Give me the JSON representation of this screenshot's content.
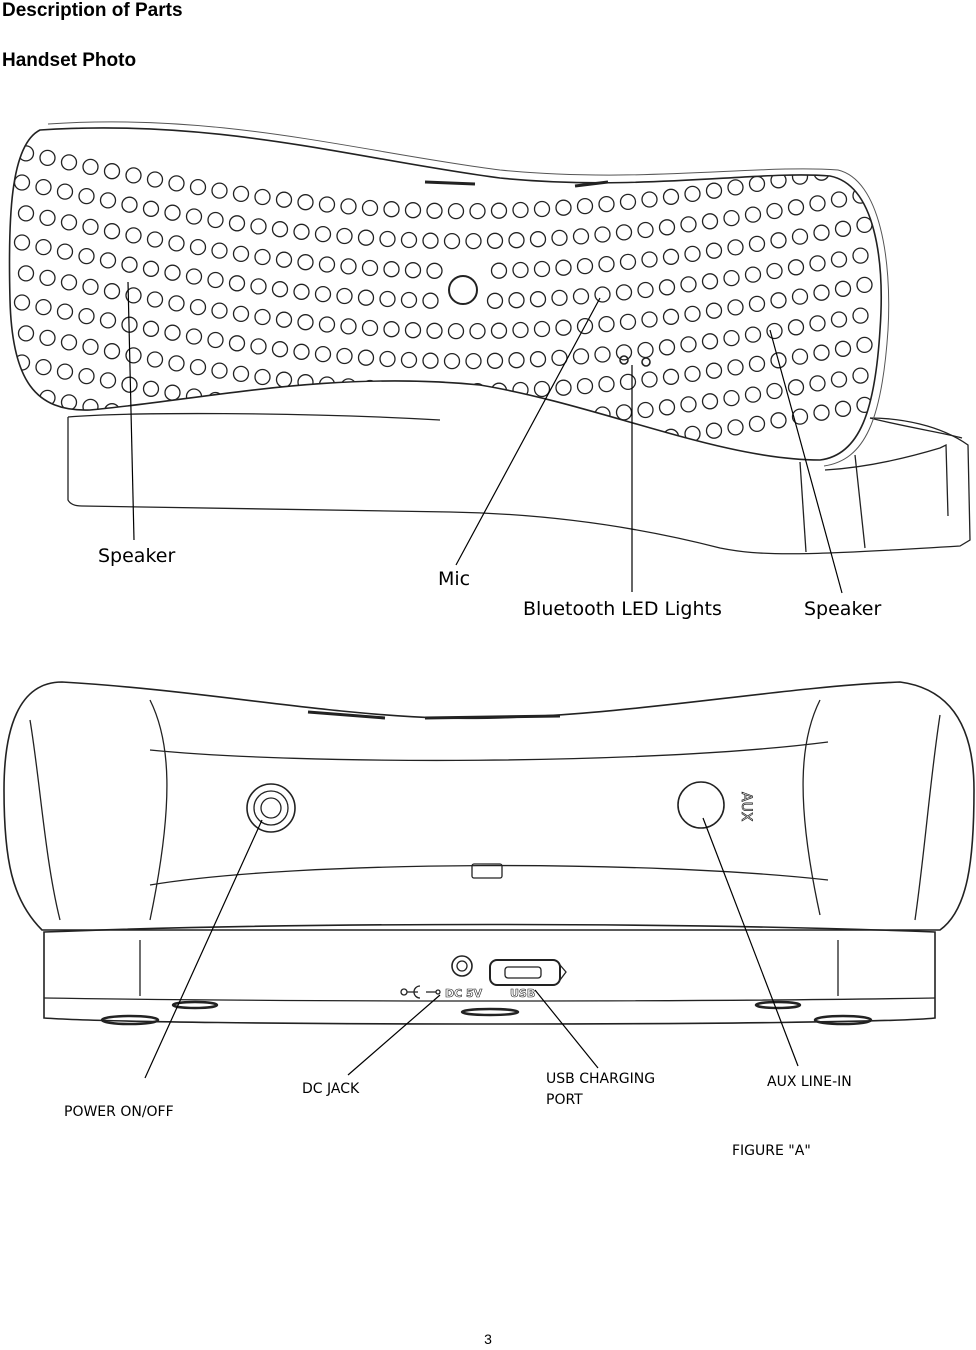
{
  "page": {
    "heading": "Description of Parts",
    "subheading": "Handset Photo",
    "page_number": "3"
  },
  "figure_top": {
    "labels": {
      "speaker_left": "Speaker",
      "mic": "Mic",
      "bluetooth_led": "Bluetooth LED Lights",
      "speaker_right": "Speaker"
    }
  },
  "figure_bottom": {
    "labels": {
      "power": "POWER ON/OFF",
      "dc_jack": "DC JACK",
      "usb_port_line1": "USB CHARGING",
      "usb_port_line2": "PORT",
      "aux_line_in": "AUX LINE-IN",
      "caption": "FIGURE \"A\""
    },
    "device_markings": {
      "aux": "AUX",
      "dc": "DC 5V",
      "usb": "USB"
    }
  }
}
